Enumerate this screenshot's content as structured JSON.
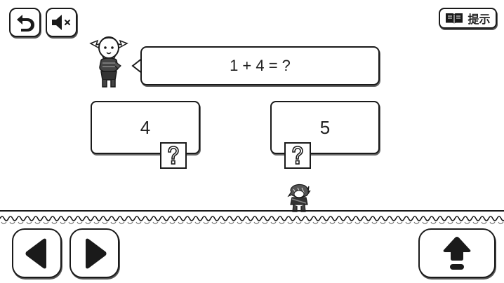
{
  "toolbar": {
    "back_icon": "undo-arrow-icon",
    "mute_icon": "speaker-muted-icon",
    "hint_label": "提示",
    "hint_icon": "open-book-icon"
  },
  "question": {
    "text": "1 + 4 = ?"
  },
  "answers": [
    {
      "value": "4",
      "icon": "question-mark-block-icon"
    },
    {
      "value": "5",
      "icon": "question-mark-block-icon"
    }
  ],
  "controls": {
    "left_icon": "triangle-left-icon",
    "right_icon": "triangle-right-icon",
    "jump_icon": "jump-arrow-up-icon"
  },
  "colors": {
    "ink": "#1a1a1a",
    "background": "#ffffff"
  }
}
